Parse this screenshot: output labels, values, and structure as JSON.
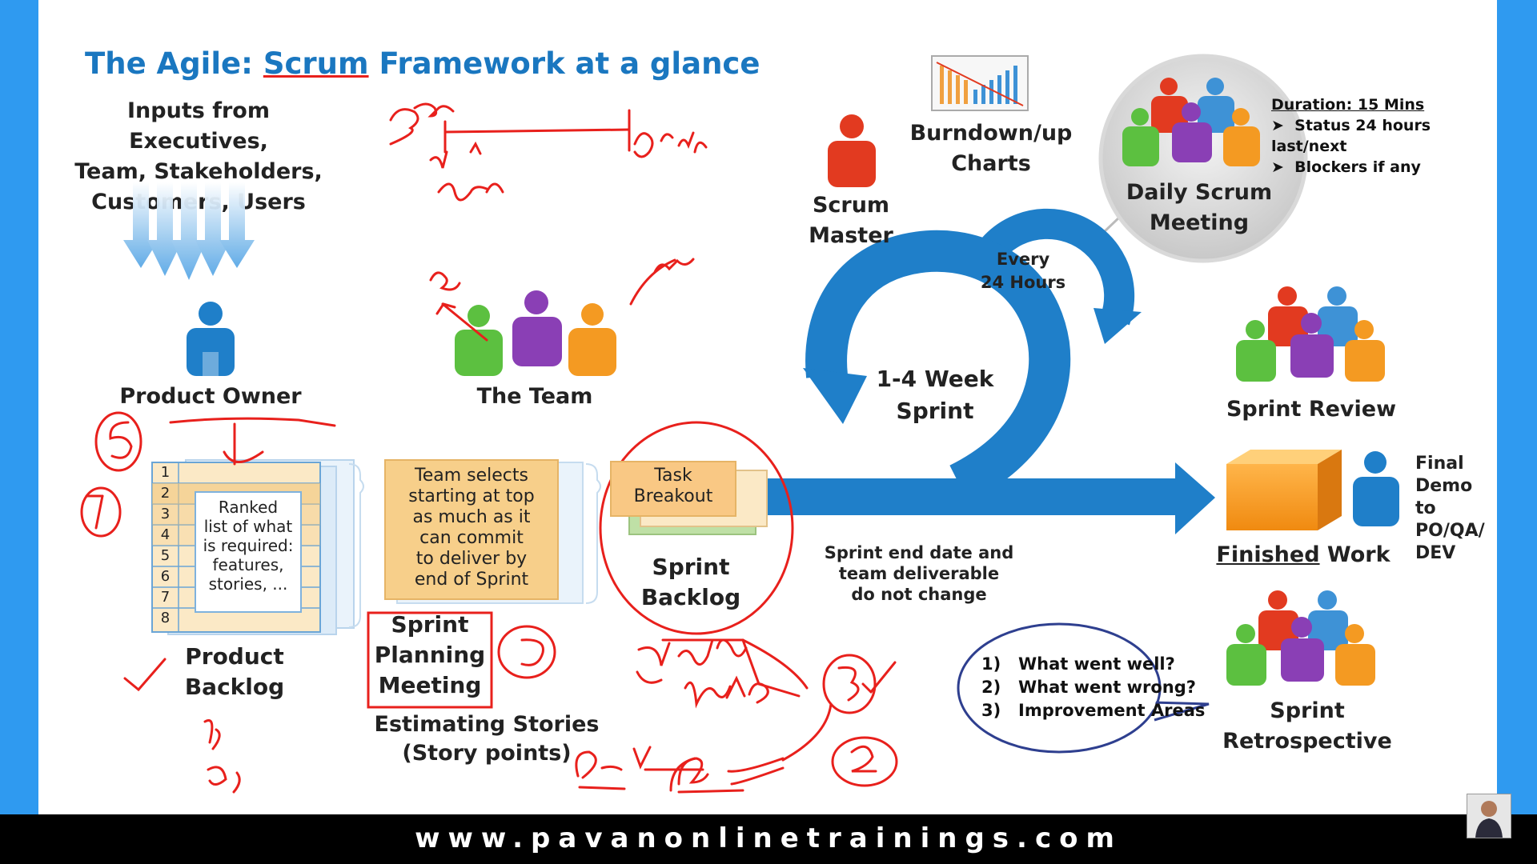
{
  "title": {
    "part1": "The Agile: ",
    "part2": "Scrum",
    "part3": " Framework at a glance"
  },
  "inputs": [
    "Inputs from Executives,",
    "Team, Stakeholders,",
    "Customers, Users"
  ],
  "roles": {
    "product_owner": "Product Owner",
    "the_team": "The Team",
    "scrum_master": [
      "Scrum",
      "Master"
    ],
    "burndown": [
      "Burndown/up",
      "Charts"
    ],
    "daily_scrum": [
      "Daily Scrum",
      "Meeting"
    ]
  },
  "daily_info": {
    "duration": "Duration: 15 Mins",
    "bullets": [
      "Status 24 hours last/next",
      "Blockers if any"
    ]
  },
  "cycle": {
    "every": [
      "Every",
      "24 Hours"
    ],
    "sprint": [
      "1-4 Week",
      "Sprint"
    ],
    "end_note": [
      "Sprint end date and",
      "team deliverable",
      "do not change"
    ]
  },
  "product_backlog": {
    "rows": [
      "1",
      "2",
      "3",
      "4",
      "5",
      "6",
      "7",
      "8"
    ],
    "card": [
      "Ranked",
      "list of what",
      "is required:",
      "features,",
      "stories, ..."
    ],
    "label": [
      "Product",
      "Backlog"
    ]
  },
  "planning": {
    "card": [
      "Team selects",
      "starting at top",
      "as much as it",
      "can commit",
      "to deliver by",
      "end of Sprint"
    ],
    "label": [
      "Sprint",
      "Planning",
      "Meeting"
    ],
    "estimating": [
      "Estimating Stories",
      "(Story points)"
    ]
  },
  "sprint_backlog": {
    "task": [
      "Task",
      "Breakout"
    ],
    "label": [
      "Sprint",
      "Backlog"
    ]
  },
  "outputs": {
    "review": "Sprint Review",
    "finished_u": "Finished",
    "finished_rest": " Work",
    "final_demo": [
      "Final",
      "Demo to",
      "PO/QA/",
      "DEV"
    ],
    "retro": [
      "Sprint",
      "Retrospective"
    ],
    "retro_items": [
      {
        "n": "1)",
        "text": "What went well?"
      },
      {
        "n": "2)",
        "text": "What went wrong?"
      },
      {
        "n": "3)",
        "text": "Improvement Areas"
      }
    ]
  },
  "footer": {
    "url": "www.pavanonlinetrainings.com"
  },
  "colors": {
    "blue": "#1f7fc9",
    "red": "#e8201c",
    "title": "#1a77c0",
    "box": "#f7cf8a"
  }
}
